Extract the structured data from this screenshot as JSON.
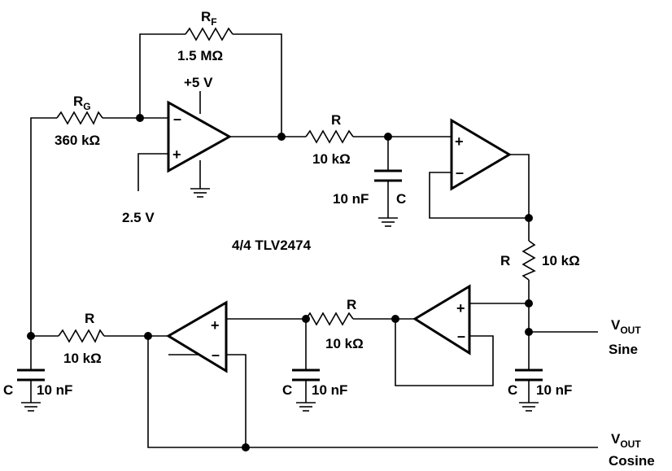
{
  "components": {
    "rf": {
      "name": "R",
      "sub": "F",
      "value": "1.5 MΩ"
    },
    "rg": {
      "name": "R",
      "sub": "G",
      "value": "360 kΩ"
    },
    "r1": {
      "name": "R",
      "value": "10 kΩ"
    },
    "c1": {
      "name": "C",
      "value": "10 nF"
    },
    "r2": {
      "name": "R",
      "value": "10 kΩ"
    },
    "r3": {
      "name": "R",
      "value": "10 kΩ"
    },
    "r4": {
      "name": "R",
      "value": "10 kΩ"
    },
    "c2": {
      "name": "C",
      "value": "10 nF"
    },
    "c3": {
      "name": "C",
      "value": "10 nF"
    },
    "c4": {
      "name": "C",
      "value": "10 nF"
    }
  },
  "supply": {
    "vcc": "+5 V",
    "vref": "2.5 V"
  },
  "chip_label": "4/4 TLV2474",
  "outputs": {
    "sine": {
      "name": "V",
      "sub": "OUT",
      "desc": "Sine"
    },
    "cosine": {
      "name": "V",
      "sub": "OUT",
      "desc": "Cosine"
    }
  },
  "signs": {
    "minus": "–",
    "plus": "+"
  }
}
